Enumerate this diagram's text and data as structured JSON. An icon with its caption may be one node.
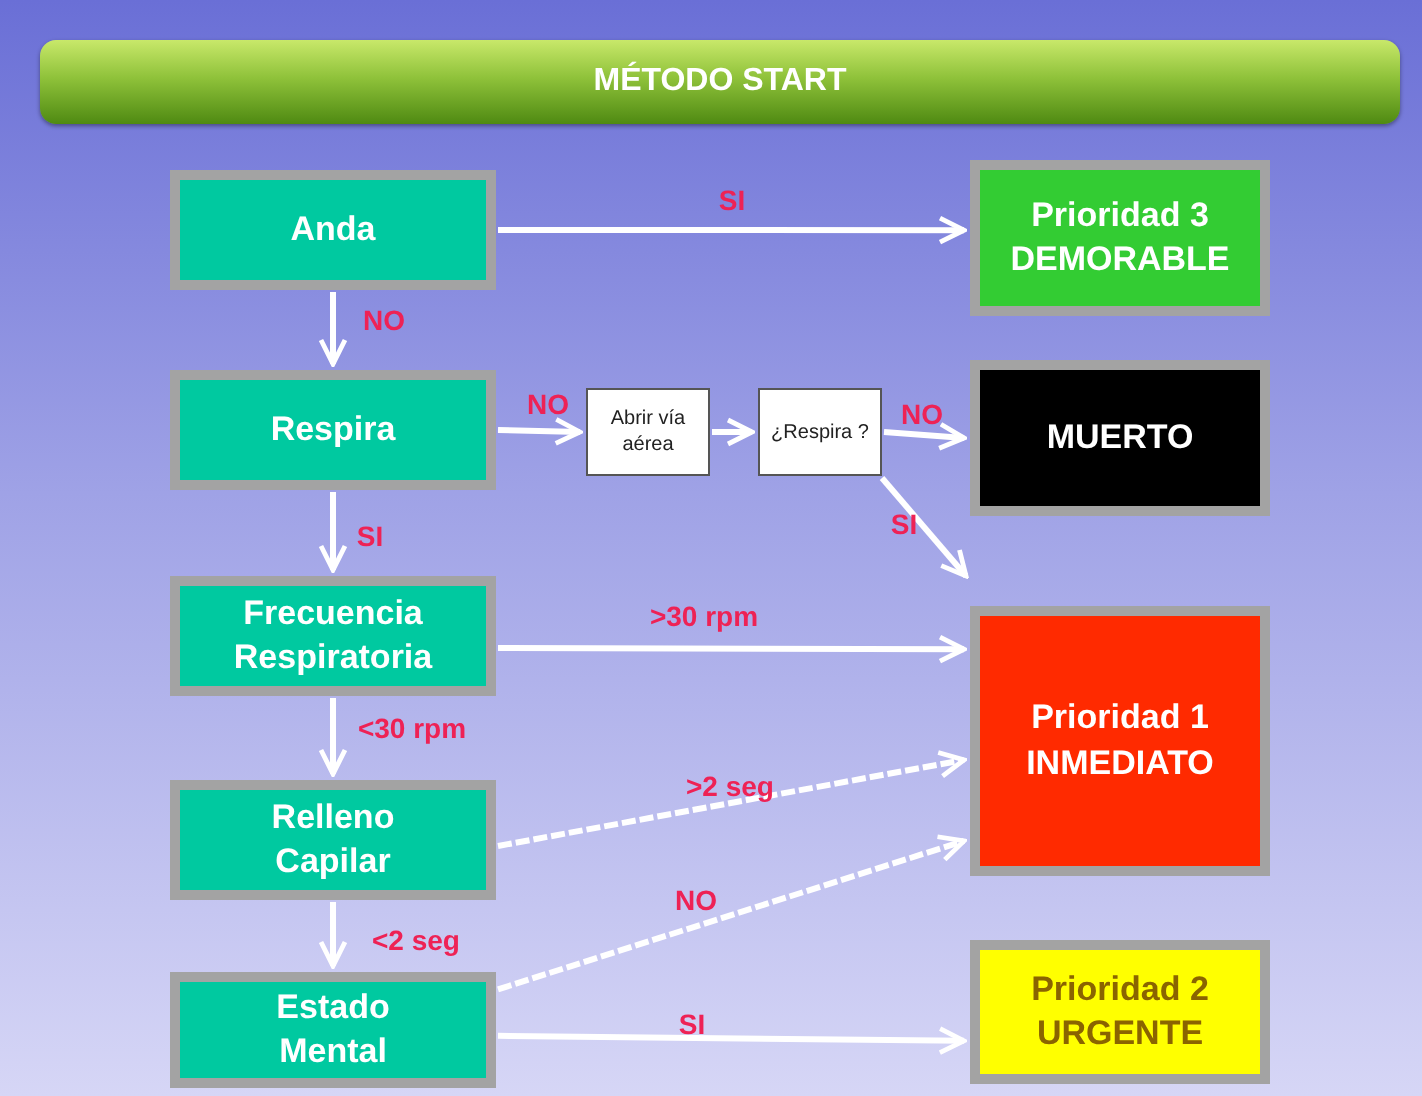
{
  "diagram": {
    "title": "MÉTODO START",
    "nodes": [
      {
        "text": [
          "Anda"
        ]
      },
      {
        "text": [
          "Prioridad 3 DEMORABLE"
        ]
      },
      {
        "text": [
          "Respira"
        ]
      },
      {
        "text": [
          "Abrir vía aérea"
        ]
      },
      {
        "text": [
          "¿Respira ?"
        ]
      },
      {
        "text": [
          "MUERTO"
        ]
      },
      {
        "text": [
          "Frecuencia Respiratoria"
        ]
      },
      {
        "text": [
          "Prioridad 1 INMEDIATO"
        ]
      },
      {
        "text": [
          "Relleno Capilar"
        ]
      },
      {
        "text": [
          "Prioridad 2 URGENTE"
        ]
      },
      {
        "text": [
          "Estado Mental"
        ]
      }
    ],
    "edges": [
      {
        "from": 0,
        "to": 1,
        "arrow": "to",
        "label": "SI"
      },
      {
        "from": 0,
        "to": 2,
        "arrow": "to",
        "label": "NO"
      },
      {
        "from": 2,
        "to": 3,
        "arrow": "to",
        "label": "NO"
      },
      {
        "from": 3,
        "to": 4,
        "arrow": "to"
      },
      {
        "from": 4,
        "to": 5,
        "arrow": "to",
        "label": "NO"
      },
      {
        "from": 4,
        "to": 7,
        "arrow": "to",
        "label": "SI"
      },
      {
        "from": 2,
        "to": 6,
        "arrow": "to",
        "label": "SI"
      },
      {
        "from": 6,
        "to": 7,
        "arrow": "to",
        "label": ">30 rpm"
      },
      {
        "from": 6,
        "to": 8,
        "arrow": "to",
        "label": "<30 rpm"
      },
      {
        "from": 8,
        "to": 7,
        "arrow": "to",
        "label": ">2 seg",
        "style": "dashed"
      },
      {
        "from": 8,
        "to": 10,
        "arrow": "to",
        "label": "<2 seg"
      },
      {
        "from": 10,
        "to": 7,
        "arrow": "to",
        "label": "NO",
        "style": "dashed"
      },
      {
        "from": 10,
        "to": 9,
        "arrow": "to",
        "label": "SI"
      }
    ]
  }
}
